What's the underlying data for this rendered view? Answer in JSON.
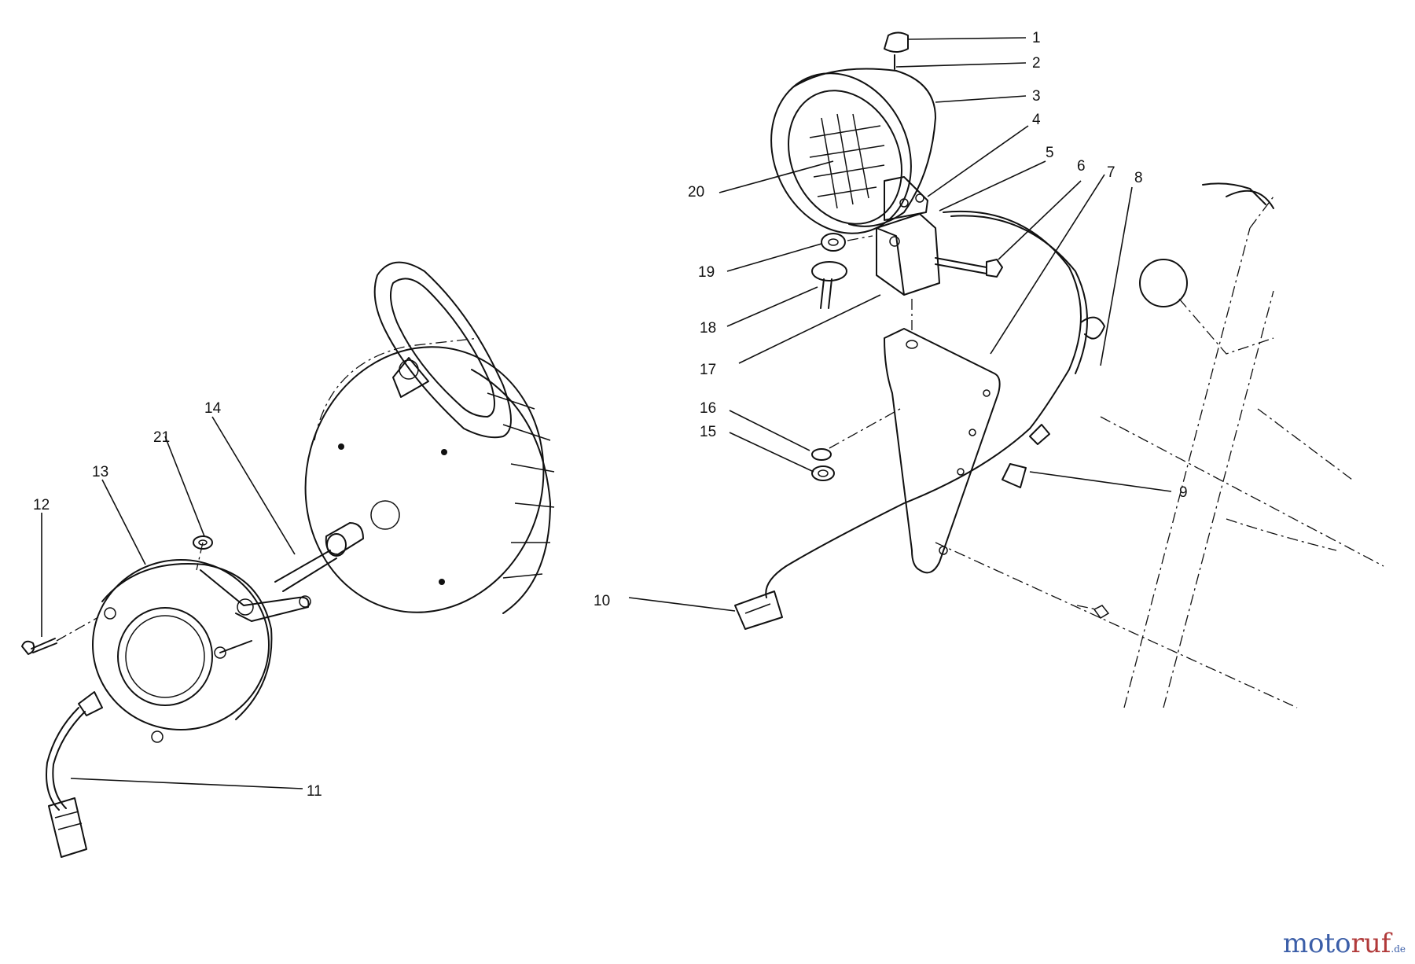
{
  "callouts": [
    "1",
    "2",
    "3",
    "4",
    "5",
    "6",
    "7",
    "8",
    "9",
    "10",
    "11",
    "12",
    "13",
    "14",
    "15",
    "16",
    "17",
    "18",
    "19",
    "20",
    "21"
  ],
  "watermark": {
    "main_a": "moto",
    "main_b": "ruf",
    "suffix": ".de"
  }
}
